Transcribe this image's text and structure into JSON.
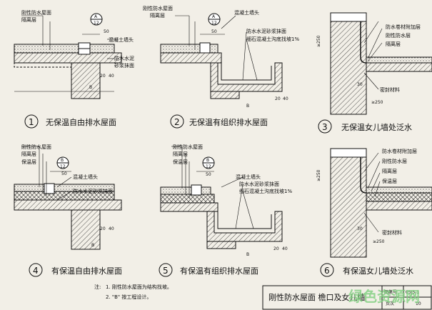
{
  "details": [
    {
      "num": "1",
      "caption": "无保温自由排水屋面",
      "labels": [
        "刚性防水屋面",
        "隔离层",
        "混凝土墙头",
        "防水水泥",
        "砂浆抹面"
      ],
      "ref_top": "A",
      "ref_bot": "12",
      "dims": [
        "50",
        "20",
        "40",
        "B"
      ]
    },
    {
      "num": "2",
      "caption": "无保温有组织排水屋面",
      "labels": [
        "刚性防水屋面",
        "隔离层",
        "混凝土墙头",
        "防水水泥砂浆抹面",
        "细石混凝土沟底找坡1%"
      ],
      "ref_top": "A",
      "ref_bot": "12",
      "dims": [
        "50",
        "20",
        "40",
        "B"
      ]
    },
    {
      "num": "3",
      "caption": "无保温女儿墙处泛水",
      "labels": [
        "防水卷材附加层",
        "刚性防水层",
        "隔离层",
        "密封材料"
      ],
      "dims": [
        "≥250",
        "30",
        "≥250"
      ]
    },
    {
      "num": "4",
      "caption": "有保温自由排水屋面",
      "labels": [
        "刚性防水屋面",
        "隔离层",
        "保温层",
        "混凝土墙头",
        "防水水泥砂浆抹面"
      ],
      "ref_top": "B",
      "ref_bot": "12",
      "dims": [
        "50",
        "20",
        "40",
        "B"
      ]
    },
    {
      "num": "5",
      "caption": "有保温有组织排水屋面",
      "labels": [
        "刚性防水屋面",
        "隔离层",
        "保温层",
        "混凝土墙头",
        "防水水泥砂浆抹面",
        "细石混凝土沟底找坡1%"
      ],
      "ref_top": "B",
      "ref_bot": "12",
      "dims": [
        "50",
        "20",
        "40",
        "B"
      ]
    },
    {
      "num": "6",
      "caption": "有保温女儿墙处泛水",
      "labels": [
        "防水卷材附加层",
        "刚性防水层",
        "隔离层",
        "保温层",
        "密封材料"
      ],
      "dims": [
        "≥250",
        "30",
        "≥250"
      ]
    }
  ],
  "notes": {
    "title": "注:",
    "items": [
      "1. 刚性防水屋面为结构找坡。",
      "2. \"B\" 按工程设计。"
    ]
  },
  "title_block": {
    "title": "刚性防水屋面  檐口及女儿墙",
    "atlas_label": "图集号",
    "atlas_no": "05J5-1",
    "page_label": "页次",
    "page_no": "10"
  },
  "watermark": "绿色资源网"
}
